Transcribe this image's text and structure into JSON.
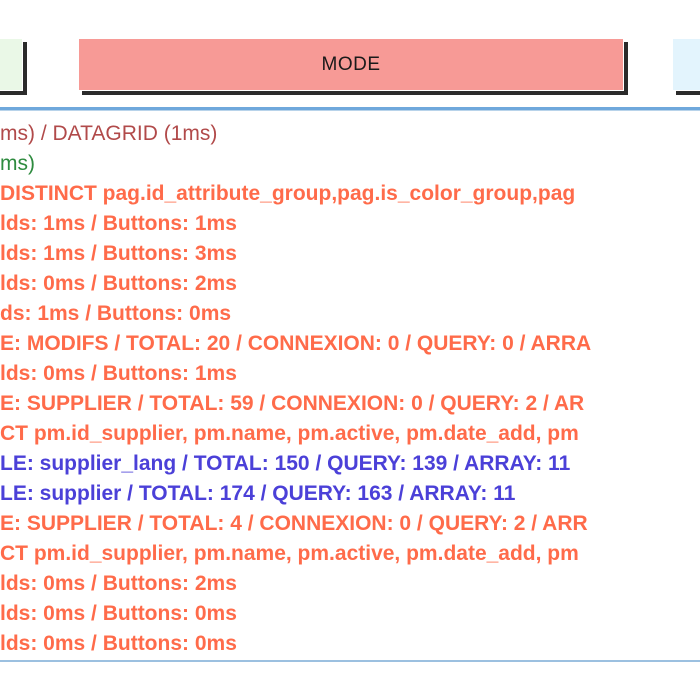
{
  "tabs": [
    {
      "label": "",
      "name": "tab-left-green",
      "color": "#eaf8e7"
    },
    {
      "label": "MODE",
      "name": "tab-mode",
      "color": "#f79a96"
    },
    {
      "label": "",
      "name": "tab-right-blue",
      "color": "#e3f4fd"
    }
  ],
  "colors": {
    "accent_blue_rule": "#6fa8dc",
    "tab_mode_bg": "#f79a96",
    "tab_left_bg": "#eaf8e7",
    "tab_right_bg": "#e3f4fd",
    "text_tomato": "#ff6b4a",
    "text_blue": "#4b40d8",
    "text_darkred": "#b14a4a",
    "text_green": "#2e8b3f"
  },
  "log": {
    "lines": [
      {
        "text": "ms) / DATAGRID (1ms)",
        "color": "darkred",
        "clipped_left": true
      },
      {
        "text": "ms)",
        "color": "green",
        "clipped_left": true
      },
      {
        "text": " DISTINCT pag.id_attribute_group,pag.is_color_group,pag",
        "color": "tomato",
        "clipped_left": true
      },
      {
        "text": "lds: 1ms / Buttons: 1ms",
        "color": "tomato",
        "clipped_left": true
      },
      {
        "text": "lds: 1ms / Buttons: 3ms",
        "color": "tomato",
        "clipped_left": true
      },
      {
        "text": "lds: 0ms / Buttons: 2ms",
        "color": "tomato",
        "clipped_left": true
      },
      {
        "text": "ds: 1ms / Buttons: 0ms",
        "color": "tomato",
        "clipped_left": true
      },
      {
        "text": "E: MODIFS / TOTAL: 20 / CONNEXION: 0 / QUERY: 0 / ARRA",
        "color": "tomato",
        "clipped_left": true
      },
      {
        "text": "lds: 0ms / Buttons: 1ms",
        "color": "tomato",
        "clipped_left": true
      },
      {
        "text": "E: SUPPLIER / TOTAL: 59 / CONNEXION: 0 / QUERY: 2 / AR",
        "color": "tomato",
        "clipped_left": true
      },
      {
        "text": "CT pm.id_supplier, pm.name, pm.active, pm.date_add, pm",
        "color": "tomato",
        "clipped_left": true
      },
      {
        "text": "LE: supplier_lang / TOTAL: 150 / QUERY: 139 / ARRAY: 11",
        "color": "blue",
        "clipped_left": true
      },
      {
        "text": "LE: supplier / TOTAL: 174 / QUERY: 163 / ARRAY: 11",
        "color": "blue",
        "clipped_left": true
      },
      {
        "text": "E: SUPPLIER / TOTAL: 4 / CONNEXION: 0 / QUERY: 2 / ARR",
        "color": "tomato",
        "clipped_left": true
      },
      {
        "text": "CT pm.id_supplier, pm.name, pm.active, pm.date_add, pm",
        "color": "tomato",
        "clipped_left": true
      },
      {
        "text": "lds: 0ms / Buttons: 2ms",
        "color": "tomato",
        "clipped_left": true
      },
      {
        "text": "lds: 0ms / Buttons: 0ms",
        "color": "tomato",
        "clipped_left": true
      },
      {
        "text": "lds: 0ms / Buttons: 0ms",
        "color": "tomato",
        "clipped_left": true
      }
    ]
  }
}
